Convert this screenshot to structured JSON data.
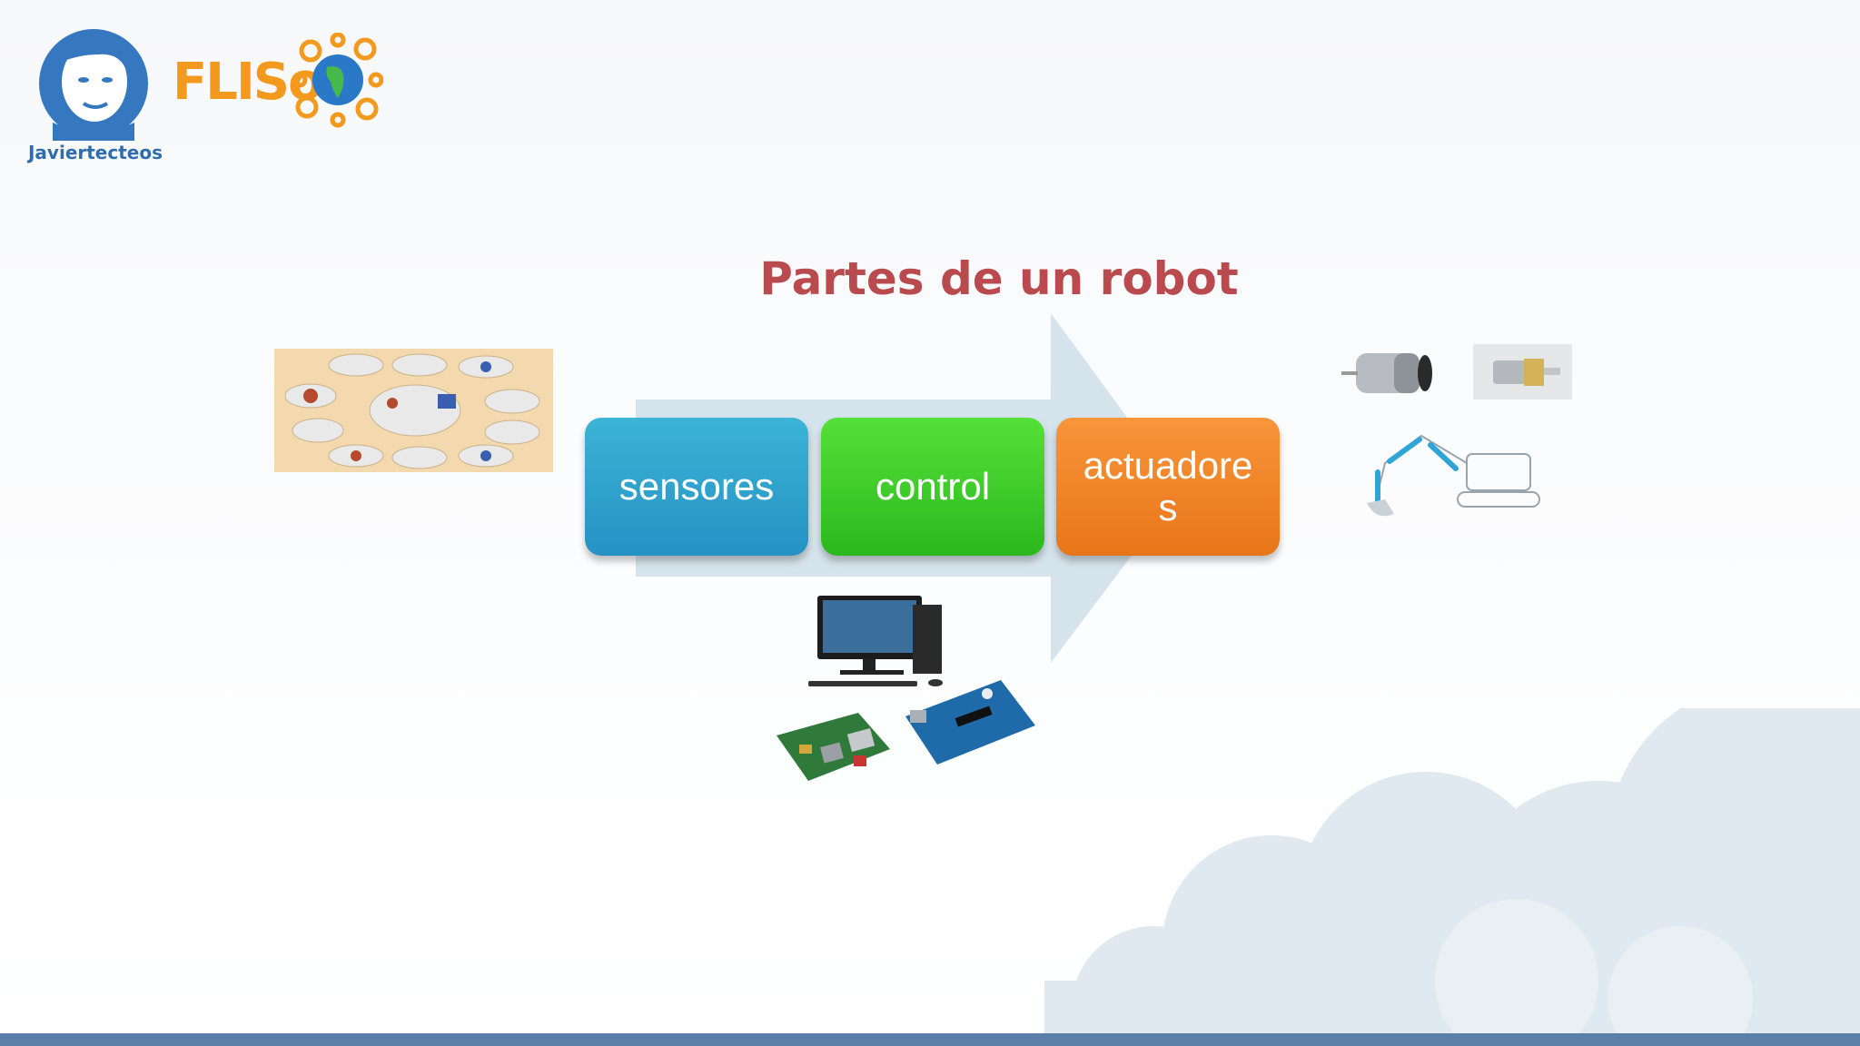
{
  "logos": {
    "person_caption": "Javiertecteos",
    "brand_name": "FLISoL"
  },
  "slide": {
    "title": "Partes de un robot"
  },
  "process": {
    "steps": [
      {
        "label": "sensores",
        "color": "#2aa0cc"
      },
      {
        "label": "control",
        "color": "#3cc829"
      },
      {
        "label": "actuadore\ns",
        "color": "#f08428"
      }
    ]
  },
  "colors": {
    "title": "#b94a4e",
    "arrow": "#d5e3ec",
    "bottom_bar": "#5b7fa8",
    "clouds": "#dde8ee"
  },
  "images": {
    "sensors_collage": "sensors-collage-image",
    "computer": "desktop-computer-image",
    "raspberry_pi": "raspberry-pi-board-image",
    "arduino": "arduino-board-image",
    "dc_motor": "dc-motor-image",
    "gear_motor": "gear-motor-image",
    "excavator": "hydraulic-excavator-image"
  }
}
